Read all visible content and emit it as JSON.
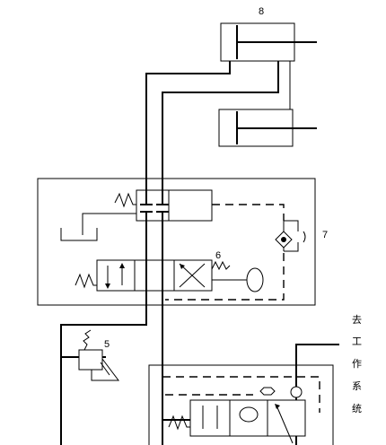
{
  "labels": {
    "cylinder_top": "8",
    "outer_block": "7",
    "directional_valve": "6",
    "relief_valve": "5"
  },
  "side_text": [
    "去",
    "工",
    "作",
    "系",
    "统"
  ]
}
